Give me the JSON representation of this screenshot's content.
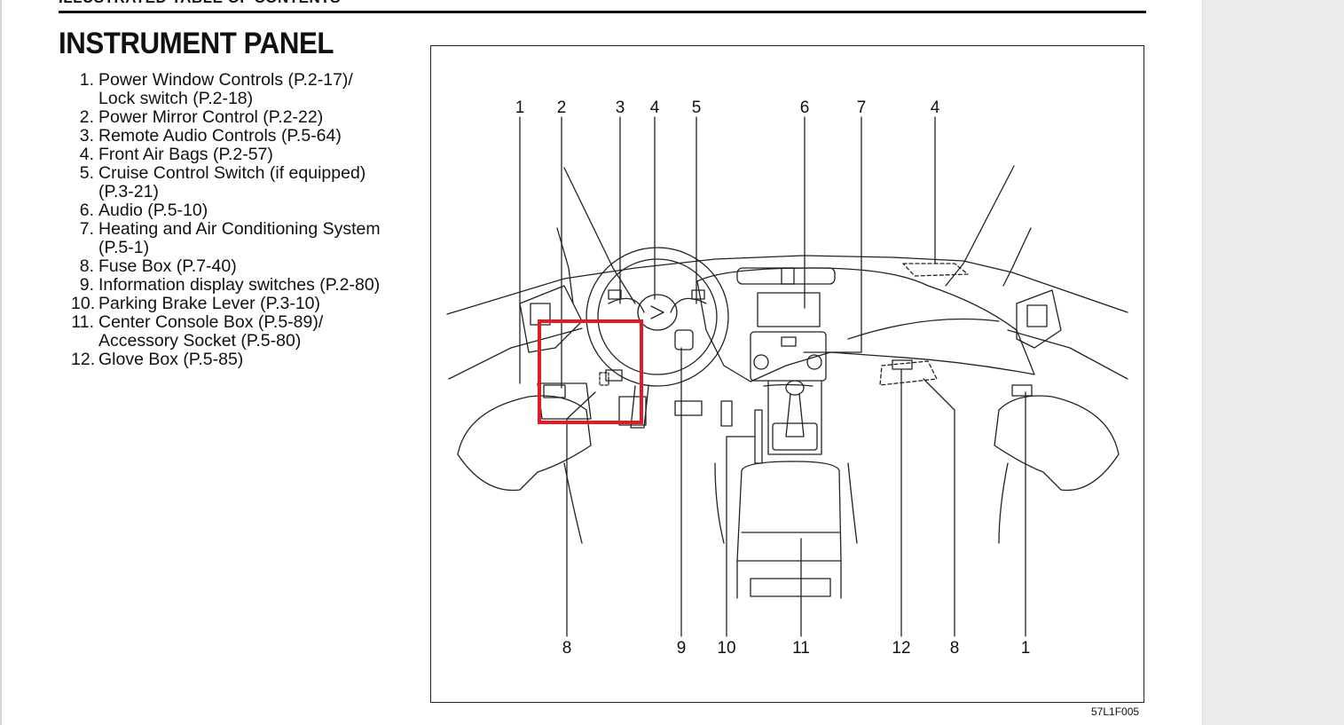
{
  "header": {
    "section_title": "ILLUSTRATED TABLE OF CONTENTS"
  },
  "page_title": "INSTRUMENT PANEL",
  "toc": [
    {
      "num": "1.",
      "text": "Power Window Controls (P.2-17)/",
      "cont": "Lock switch (P.2-18)"
    },
    {
      "num": "2.",
      "text": "Power Mirror Control (P.2-22)"
    },
    {
      "num": "3.",
      "text": "Remote Audio Controls (P.5-64)"
    },
    {
      "num": "4.",
      "text": "Front Air Bags (P.2-57)"
    },
    {
      "num": "5.",
      "text": "Cruise Control Switch (if equipped)",
      "cont": "(P.3-21)"
    },
    {
      "num": "6.",
      "text": "Audio (P.5-10)"
    },
    {
      "num": "7.",
      "text": "Heating and Air Conditioning System",
      "cont": "(P.5-1)"
    },
    {
      "num": "8.",
      "text": "Fuse Box (P.7-40)"
    },
    {
      "num": "9.",
      "text": "Information display switches (P.2-80)"
    },
    {
      "num": "10.",
      "text": "Parking Brake Lever (P.3-10)"
    },
    {
      "num": "11.",
      "text": "Center Console Box (P.5-89)/",
      "cont": "Accessory Socket (P.5-80)"
    },
    {
      "num": "12.",
      "text": "Glove Box (P.5-85)"
    }
  ],
  "figure": {
    "top_callouts": [
      "1",
      "2",
      "3",
      "4",
      "5",
      "6",
      "7",
      "4"
    ],
    "bottom_callouts": [
      "8",
      "9",
      "10",
      "11",
      "12",
      "8",
      "1"
    ],
    "code": "57L1F005"
  },
  "highlight": {
    "color": "#e01b24",
    "target": "Power Mirror Control / Fuse Box area"
  }
}
